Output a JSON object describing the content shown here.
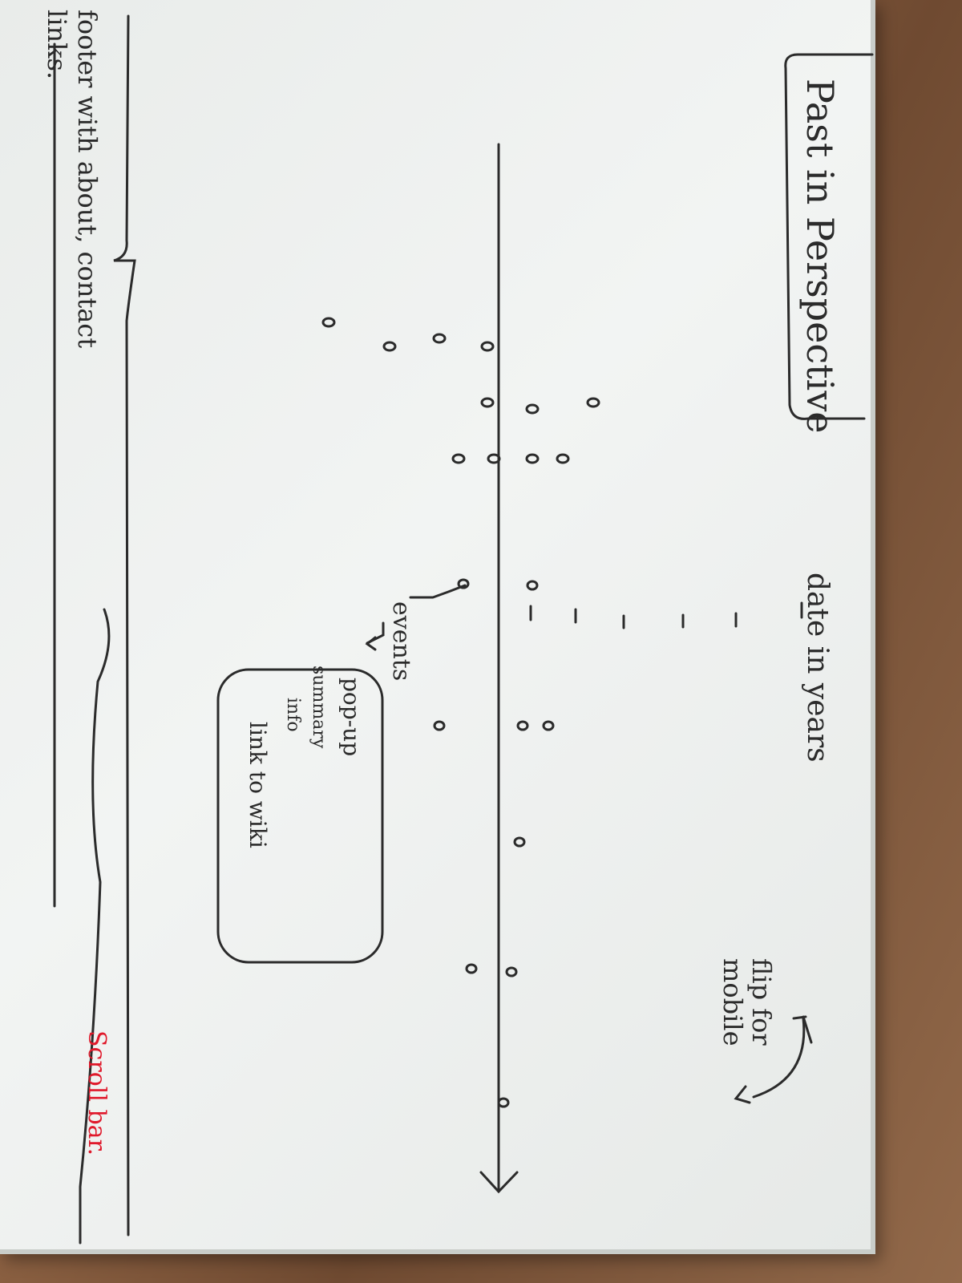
{
  "title": "Past in Perspective",
  "axis_label": "date in years",
  "flip_note": "flip for mobile",
  "events_label": "events",
  "popup": {
    "title": "pop-up",
    "line1": "summary",
    "line2": "info",
    "line3": "link to wiki"
  },
  "footer": "footer with about, contact links.",
  "scrollbar_label": "Scroll bar.",
  "colors": {
    "marker": "#2b2b2b",
    "scrollbar_label": "#e0192b",
    "board": "#eef0ef"
  },
  "icons": [
    "arrow-right-icon",
    "flip-arrow-icon",
    "event-marker-icon"
  ]
}
